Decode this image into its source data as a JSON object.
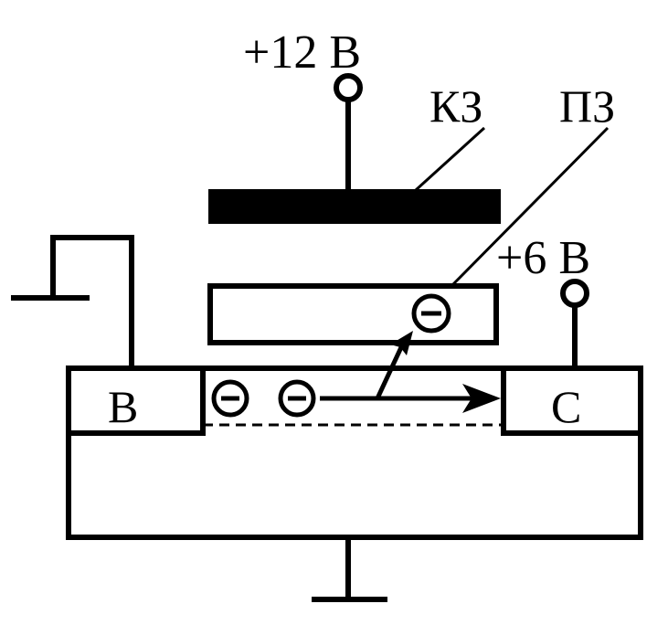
{
  "labels": {
    "gate_voltage": "+12 В",
    "control_gate": "КЗ",
    "floating_gate": "ПЗ",
    "drain_voltage": "+6 В",
    "source": "В",
    "drain": "С"
  },
  "colors": {
    "ink": "#000000",
    "background": "#ffffff"
  },
  "icons": {
    "electron": "minus-in-circle-icon",
    "terminal": "open-circle-terminal-icon",
    "pulse": "step-pulse-icon",
    "ground": "ground-icon"
  }
}
